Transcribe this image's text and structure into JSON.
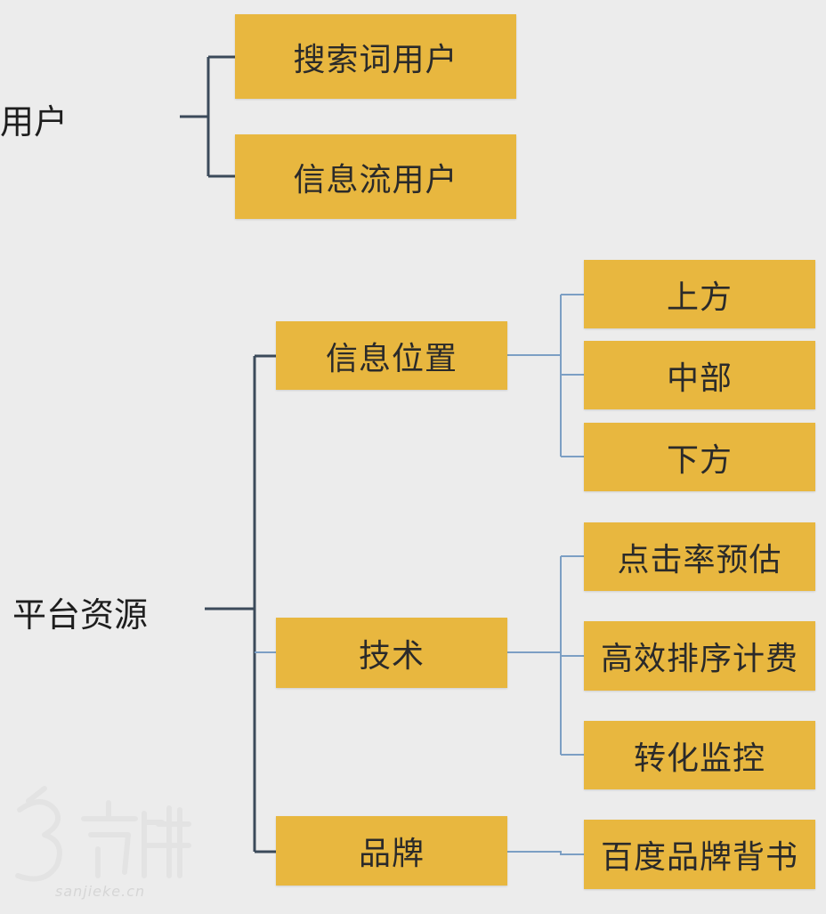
{
  "diagram": {
    "root_users": "用户",
    "root_platform": "平台资源",
    "users": [
      "搜索词用户",
      "信息流用户"
    ],
    "platform": {
      "position": {
        "label": "信息位置",
        "children": [
          "上方",
          "中部",
          "下方"
        ]
      },
      "tech": {
        "label": "技术",
        "children": [
          "点击率预估",
          "高效排序计费",
          "转化监控"
        ]
      },
      "brand": {
        "label": "品牌",
        "children": [
          "百度品牌背书"
        ]
      }
    }
  },
  "watermark": {
    "url": "sanjieke.cn"
  },
  "colors": {
    "node_fill": "#e8b73f",
    "dark_line": "#3b4a5a",
    "blue_line": "#7c9fc4",
    "background": "#ececec"
  }
}
